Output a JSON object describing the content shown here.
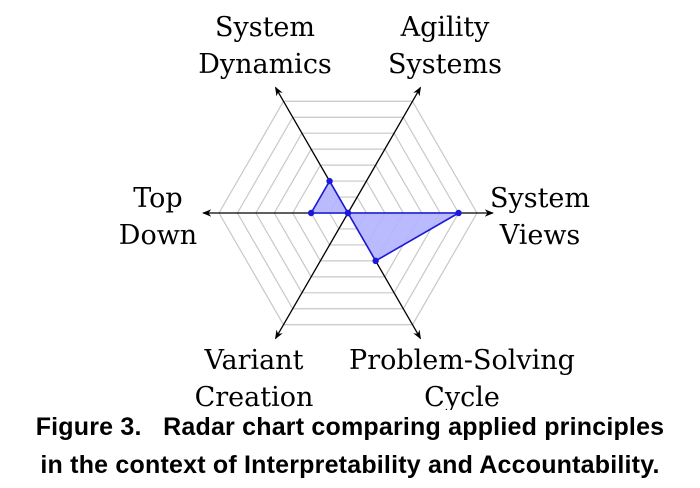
{
  "chart_data": {
    "type": "radar",
    "title": "",
    "axes": [
      "System Dynamics",
      "Agility Systems",
      "System Views",
      "Problem-Solving Cycle",
      "Variant Creation",
      "Top Down"
    ],
    "axis_label_lines": [
      [
        "System",
        "Dynamics"
      ],
      [
        "Agility",
        "Systems"
      ],
      [
        "System",
        "Views"
      ],
      [
        "Problem-Solving",
        "Cycle"
      ],
      [
        "Variant",
        "Creation"
      ],
      [
        "Top",
        "Down"
      ]
    ],
    "series": [
      {
        "name": "Interpretability and Accountability",
        "values": [
          2,
          0,
          6,
          3,
          0,
          2
        ],
        "color": "#1a1ad6",
        "fill": "#b3b3ff"
      }
    ],
    "rmax": 7,
    "grid_rings": 7,
    "grid_color": "#c8c8c8"
  },
  "caption": {
    "line1": "Figure 3.   Radar chart comparing applied principles",
    "line2": "in the context of Interpretability and Accountability."
  }
}
